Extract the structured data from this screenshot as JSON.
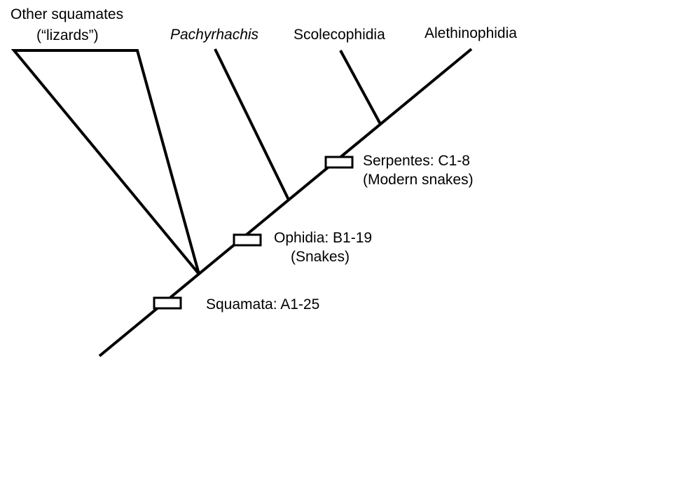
{
  "taxa": {
    "other_squamates": {
      "line1": "Other squamates",
      "line2": "(“lizards”)"
    },
    "pachyrhachis": "Pachyrhachis",
    "scolecophidia": "Scolecophidia",
    "alethinophidia": "Alethinophidia"
  },
  "nodes": {
    "squamata": {
      "label": "Squamata: A1-25"
    },
    "ophidia": {
      "label": "Ophidia: B1-19",
      "sublabel": "(Snakes)"
    },
    "serpentes": {
      "label": "Serpentes: C1-8",
      "sublabel": "(Modern snakes)"
    }
  }
}
